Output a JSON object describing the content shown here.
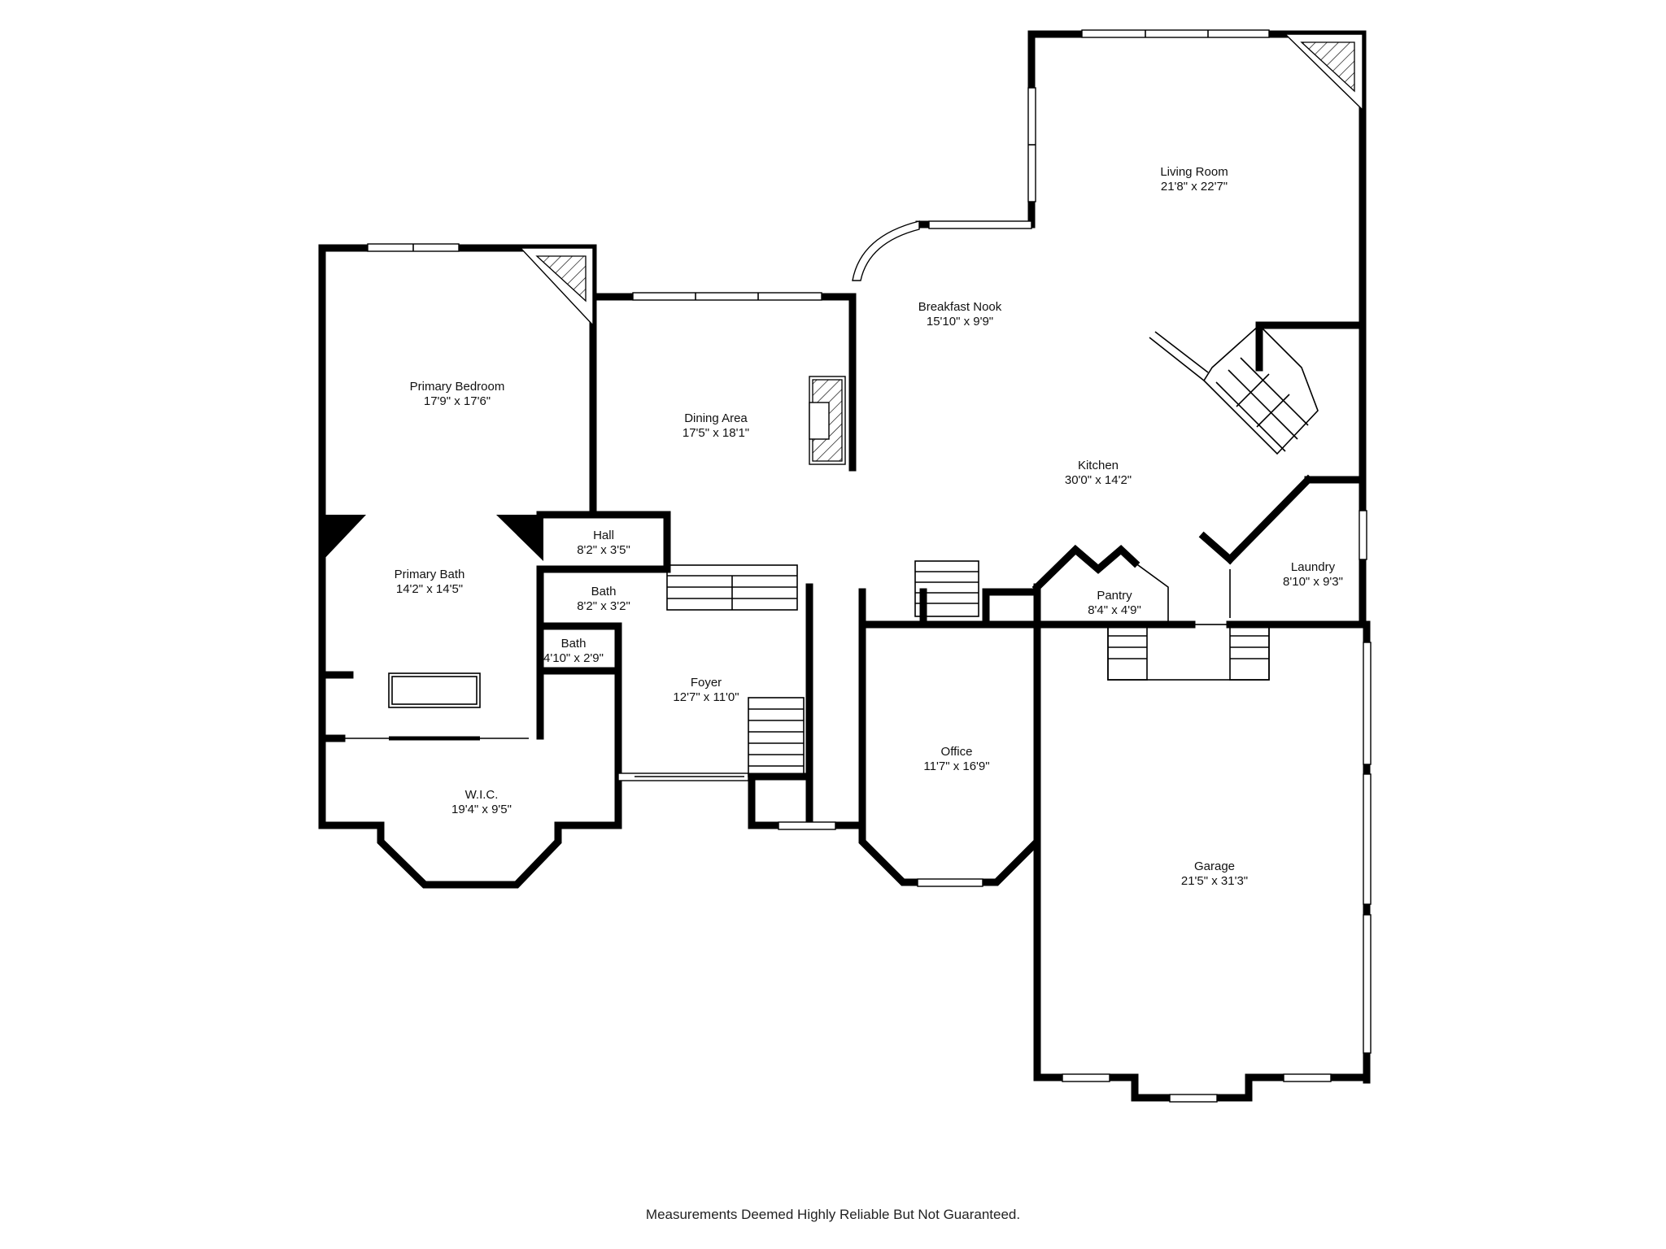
{
  "rooms": [
    {
      "name": "Living Room",
      "dims": "21'8\" x 22'7\""
    },
    {
      "name": "Breakfast Nook",
      "dims": "15'10\" x 9'9\""
    },
    {
      "name": "Primary Bedroom",
      "dims": "17'9\" x 17'6\""
    },
    {
      "name": "Dining Area",
      "dims": "17'5\" x 18'1\""
    },
    {
      "name": "Kitchen",
      "dims": "30'0\" x 14'2\""
    },
    {
      "name": "Hall",
      "dims": "8'2\" x 3'5\""
    },
    {
      "name": "Primary Bath",
      "dims": "14'2\" x 14'5\""
    },
    {
      "name": "Bath",
      "dims": "8'2\" x 3'2\""
    },
    {
      "name": "Laundry",
      "dims": "8'10\" x 9'3\""
    },
    {
      "name": "Pantry",
      "dims": "8'4\" x 4'9\""
    },
    {
      "name": "Bath",
      "dims": "4'10\" x 2'9\""
    },
    {
      "name": "Foyer",
      "dims": "12'7\" x 11'0\""
    },
    {
      "name": "Office",
      "dims": "11'7\" x 16'9\""
    },
    {
      "name": "W.I.C.",
      "dims": "19'4\" x 9'5\""
    },
    {
      "name": "Garage",
      "dims": "21'5\" x 31'3\""
    }
  ],
  "disclaimer": "Measurements Deemed Highly Reliable But Not Guaranteed."
}
